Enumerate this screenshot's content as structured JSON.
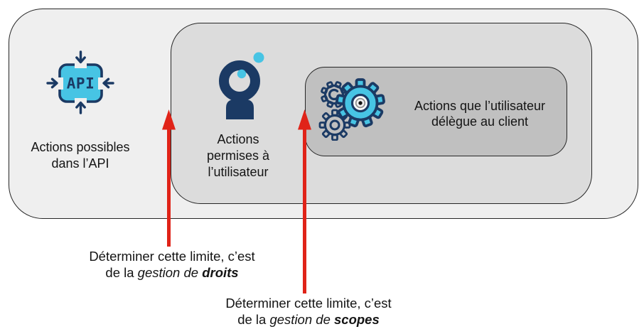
{
  "colors": {
    "outer_fill": "#efefef",
    "middle_fill": "#dcdcdc",
    "inner_fill": "#c0c0c0",
    "box_border": "#262626",
    "navy": "#1b3a64",
    "cyan": "#47c4e4",
    "arrow_red": "#e02318",
    "text": "#141414",
    "bg": "#ffffff"
  },
  "zones": {
    "outer": {
      "icon": "api-icon",
      "icon_label": "API",
      "lines": [
        "Actions possibles",
        "dans l’API"
      ]
    },
    "middle": {
      "icon": "user-icon",
      "lines": [
        "Actions",
        "permises à",
        "l’utilisateur"
      ]
    },
    "inner": {
      "icon": "gears-icon",
      "lines": [
        "Actions que l’utilisateur",
        "délègue au client"
      ]
    }
  },
  "captions": [
    {
      "icon": "red-up-arrow",
      "line1": "Déterminer cette limite, c’est",
      "line2_prefix": "de la ",
      "line2_italic": "gestion de ",
      "line2_bold_italic": "droits"
    },
    {
      "icon": "red-up-arrow",
      "line1": "Déterminer cette limite, c’est",
      "line2_prefix": "de la ",
      "line2_italic": "gestion de ",
      "line2_bold_italic": "scopes"
    }
  ]
}
